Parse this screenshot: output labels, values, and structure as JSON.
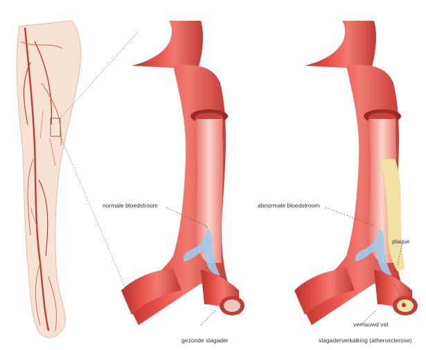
{
  "labels": {
    "normal_flow": "normale bloedstroom",
    "abnormal_flow": "abnormale bloedstroom",
    "plaque": "plaque",
    "narrowed_vessel": "vernauwd vat",
    "healthy_artery": "gezonde slagader",
    "atherosclerosis": "slagaderverkalking (atherosclerose)"
  },
  "colors": {
    "skin": "#f8e2d3",
    "skin_outline": "#e2b9a2",
    "vessel_red": "#d9433f",
    "vessel_dark": "#b3332f",
    "vessel_inner": "#f08f84",
    "lumen_light": "#f9c7bd",
    "blood_flow": "#9ccbea",
    "plaque": "#f3e2a6"
  },
  "icons": [
    "leg-illustration",
    "zoom-box",
    "healthy-artery-illustration",
    "diseased-artery-illustration",
    "flow-arrow-icon"
  ]
}
